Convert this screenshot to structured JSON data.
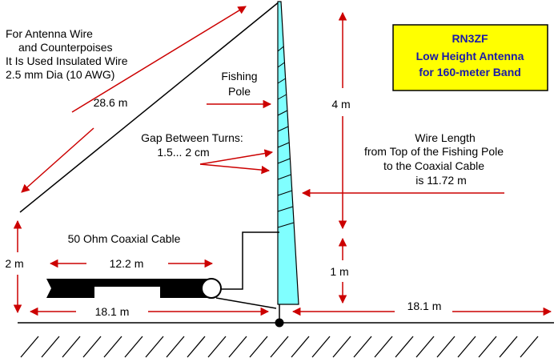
{
  "title_box": {
    "line1": "RN3ZF",
    "line2": "Low Height Antenna",
    "line3": "for 160-meter Band",
    "fill_color": "#ffff00",
    "text_color": "#1a1aa8"
  },
  "notes": {
    "wire_note": [
      "For Antenna Wire",
      "and Counterpoises",
      "It Is Used Insulated Wire",
      "2.5 mm Dia (10 AWG)"
    ],
    "fishing_pole": [
      "Fishing",
      "Pole"
    ],
    "gap_note": [
      "Gap Between Turns:",
      "1.5... 2 cm"
    ],
    "wire_length_note": [
      "Wire  Length",
      "from Top of the Fishing Pole",
      "to the Coaxial Cable",
      "is 11.72 m"
    ],
    "coax_label": "50 Ohm Coaxial Cable"
  },
  "dimensions": {
    "sloping_wire": "28.6 m",
    "coil_height": "4 m",
    "base_height": "1 m",
    "counterpoise_height": "2 m",
    "coax_length": "12.2 m",
    "left_radial": "18.1 m",
    "right_radial": "18.1 m"
  },
  "colors": {
    "arrow": "#cc0000",
    "pole": "#80ffff",
    "line": "#000000"
  }
}
